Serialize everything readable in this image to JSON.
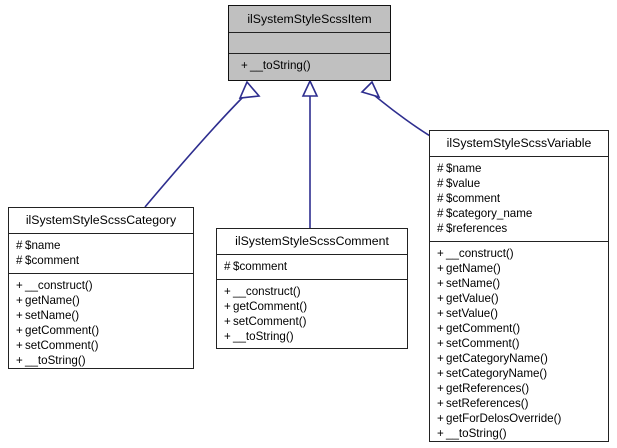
{
  "diagram": {
    "type": "uml-class-diagram",
    "title": "ilSystemStyleScssItem inheritance diagram",
    "background_color": "#ffffff",
    "edge_color": "#2e2e8f",
    "root_fill_color": "#c0c0c0",
    "class_fill_color": "#ffffff",
    "border_color": "#222222"
  },
  "classes": {
    "item": {
      "name": "ilSystemStyleScssItem",
      "attributes": [],
      "methods": [
        {
          "visibility": "+",
          "label": "__toString()"
        }
      ]
    },
    "category": {
      "name": "ilSystemStyleScssCategory",
      "attributes": [
        {
          "visibility": "#",
          "label": "$name"
        },
        {
          "visibility": "#",
          "label": "$comment"
        }
      ],
      "methods": [
        {
          "visibility": "+",
          "label": "__construct()"
        },
        {
          "visibility": "+",
          "label": "getName()"
        },
        {
          "visibility": "+",
          "label": "setName()"
        },
        {
          "visibility": "+",
          "label": "getComment()"
        },
        {
          "visibility": "+",
          "label": "setComment()"
        },
        {
          "visibility": "+",
          "label": "__toString()"
        }
      ]
    },
    "comment": {
      "name": "ilSystemStyleScssComment",
      "attributes": [
        {
          "visibility": "#",
          "label": "$comment"
        }
      ],
      "methods": [
        {
          "visibility": "+",
          "label": "__construct()"
        },
        {
          "visibility": "+",
          "label": "getComment()"
        },
        {
          "visibility": "+",
          "label": "setComment()"
        },
        {
          "visibility": "+",
          "label": "__toString()"
        }
      ]
    },
    "variable": {
      "name": "ilSystemStyleScssVariable",
      "attributes": [
        {
          "visibility": "#",
          "label": "$name"
        },
        {
          "visibility": "#",
          "label": "$value"
        },
        {
          "visibility": "#",
          "label": "$comment"
        },
        {
          "visibility": "#",
          "label": "$category_name"
        },
        {
          "visibility": "#",
          "label": "$references"
        }
      ],
      "methods": [
        {
          "visibility": "+",
          "label": "__construct()"
        },
        {
          "visibility": "+",
          "label": "getName()"
        },
        {
          "visibility": "+",
          "label": "setName()"
        },
        {
          "visibility": "+",
          "label": "getValue()"
        },
        {
          "visibility": "+",
          "label": "setValue()"
        },
        {
          "visibility": "+",
          "label": "getComment()"
        },
        {
          "visibility": "+",
          "label": "setComment()"
        },
        {
          "visibility": "+",
          "label": "getCategoryName()"
        },
        {
          "visibility": "+",
          "label": "setCategoryName()"
        },
        {
          "visibility": "+",
          "label": "getReferences()"
        },
        {
          "visibility": "+",
          "label": "setReferences()"
        },
        {
          "visibility": "+",
          "label": "getForDelosOverride()"
        },
        {
          "visibility": "+",
          "label": "__toString()"
        }
      ]
    }
  },
  "relations": [
    {
      "from": "category",
      "to": "item",
      "type": "generalization"
    },
    {
      "from": "comment",
      "to": "item",
      "type": "generalization"
    },
    {
      "from": "variable",
      "to": "item",
      "type": "generalization"
    }
  ]
}
